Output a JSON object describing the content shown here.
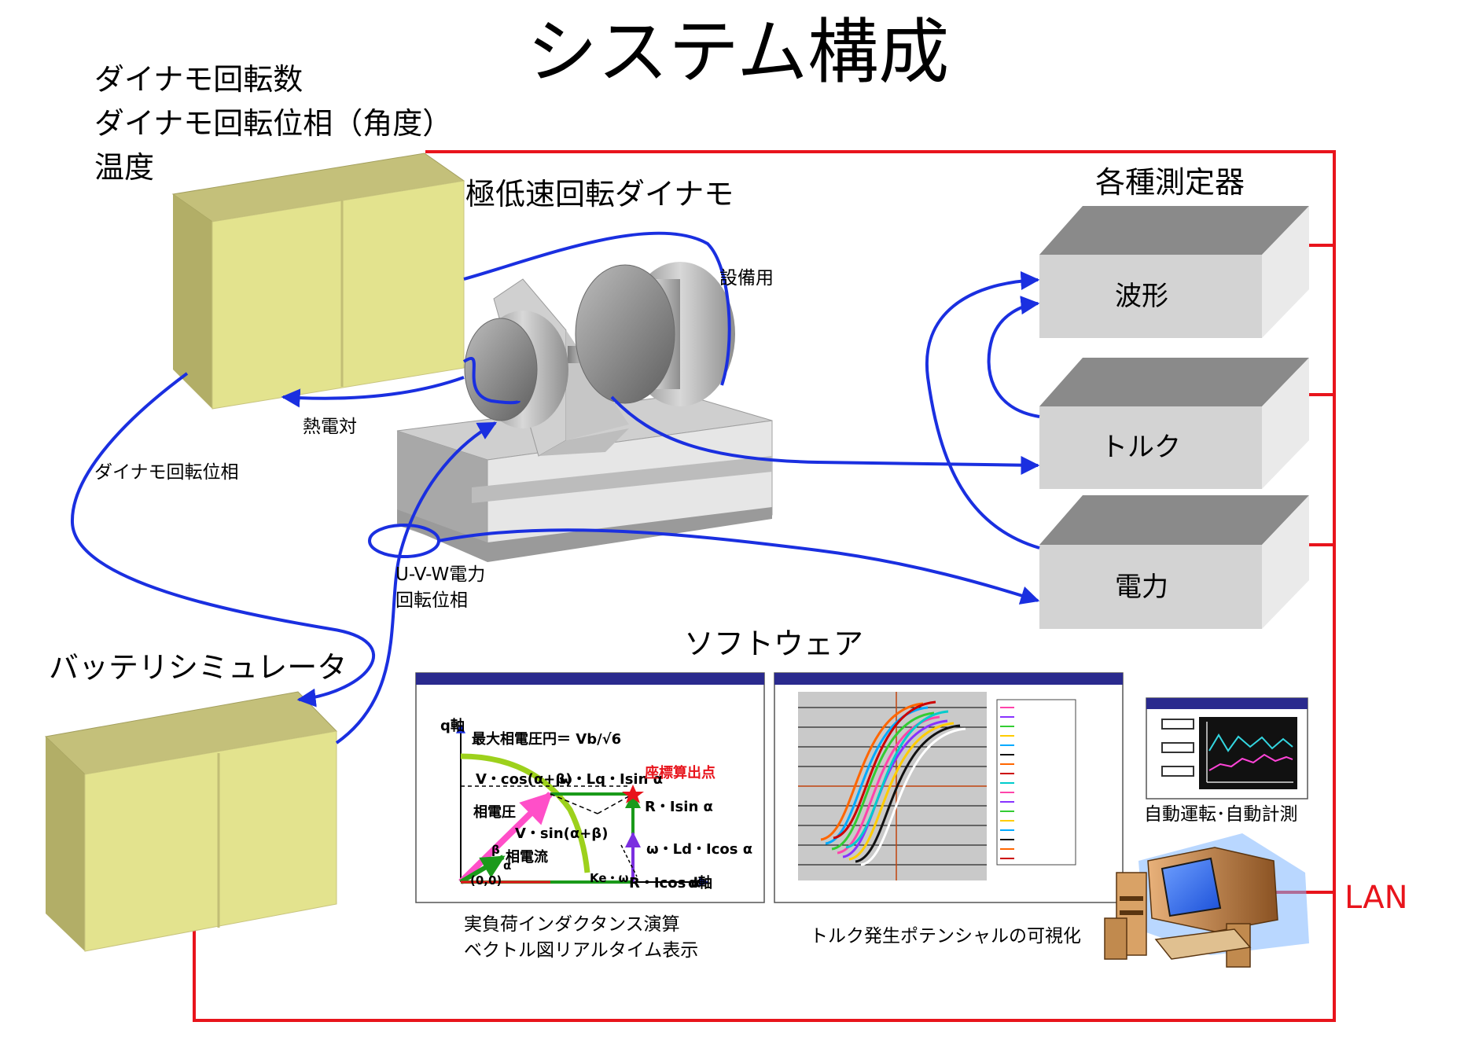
{
  "title": "システム構成",
  "labels": {
    "dynamo_info": [
      "ダイナモ回転数",
      "ダイナモ回転位相（角度）",
      "温度"
    ],
    "dynamo": "極低速回転ダイナモ",
    "instruments": "各種測定器",
    "battery_sim": "バッテリシミュレータ",
    "software": "ソフトウェア",
    "lan": "LAN"
  },
  "instruments": [
    "波形",
    "トルク",
    "電力"
  ],
  "wires": {
    "facility": "設備用",
    "thermocouple": "熱電対",
    "dynamo_phase": "ダイナモ回転位相",
    "uvw_power": "U-V-W電力",
    "rotation_phase": "回転位相"
  },
  "software_panels": {
    "vector": {
      "caption_1": "実負荷インダクタンス演算",
      "caption_2": "ベクトル図リアルタイム表示",
      "q_axis": "q軸",
      "d_axis": "d軸",
      "max_voltage": "最大相電圧円＝ Vb/√6",
      "vcos": "V・cos(α+β)",
      "wlq": "ω・Lq・Isin α",
      "calc_point": "座標算出点",
      "phase_voltage": "相電圧",
      "vsin": "V・sin(α+β)",
      "risin": "R・Isin α",
      "wldicos": "ω・Ld・Icos α",
      "phase_current": "相電流",
      "origin": "(0,0)",
      "ke": "Ke・ω",
      "ricos": "R・Icos α",
      "alpha": "α",
      "beta": "β"
    },
    "torque": {
      "caption": "トルク発生ポテンシャルの可視化"
    },
    "auto": {
      "caption": "自動運転･自動計測"
    }
  },
  "colors": {
    "wire": "#1a2fe0",
    "lan": "#e8141c",
    "box_yellow_front": "#e3e38e",
    "box_yellow_top": "#c4c07a",
    "box_gray_front": "#d3d3d3",
    "box_gray_top": "#8a8a8a",
    "panel_header": "#2a2a8e"
  }
}
